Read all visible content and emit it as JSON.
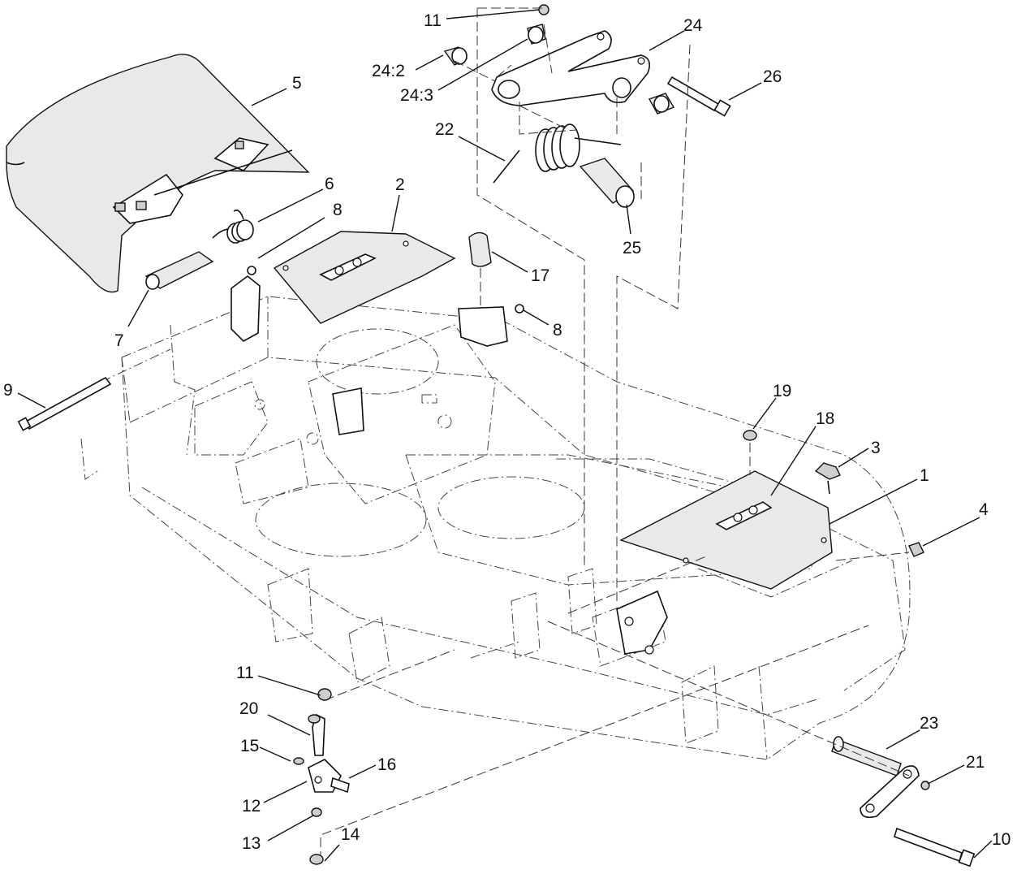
{
  "callouts": [
    {
      "id": "c11a",
      "text": "11"
    },
    {
      "id": "c24",
      "text": "24"
    },
    {
      "id": "c242",
      "text": "24:2"
    },
    {
      "id": "c243",
      "text": "24:3"
    },
    {
      "id": "c26",
      "text": "26"
    },
    {
      "id": "c5",
      "text": "5"
    },
    {
      "id": "c22",
      "text": "22"
    },
    {
      "id": "c6",
      "text": "6"
    },
    {
      "id": "c2",
      "text": "2"
    },
    {
      "id": "c8a",
      "text": "8"
    },
    {
      "id": "c25",
      "text": "25"
    },
    {
      "id": "c17",
      "text": "17"
    },
    {
      "id": "c7",
      "text": "7"
    },
    {
      "id": "c8b",
      "text": "8"
    },
    {
      "id": "c9",
      "text": "9"
    },
    {
      "id": "c19",
      "text": "19"
    },
    {
      "id": "c18",
      "text": "18"
    },
    {
      "id": "c3",
      "text": "3"
    },
    {
      "id": "c1",
      "text": "1"
    },
    {
      "id": "c4",
      "text": "4"
    },
    {
      "id": "c11b",
      "text": "11"
    },
    {
      "id": "c20",
      "text": "20"
    },
    {
      "id": "c23",
      "text": "23"
    },
    {
      "id": "c15",
      "text": "15"
    },
    {
      "id": "c16",
      "text": "16"
    },
    {
      "id": "c21",
      "text": "21"
    },
    {
      "id": "c12",
      "text": "12"
    },
    {
      "id": "c13",
      "text": "13"
    },
    {
      "id": "c14",
      "text": "14"
    },
    {
      "id": "c10",
      "text": "10"
    }
  ]
}
